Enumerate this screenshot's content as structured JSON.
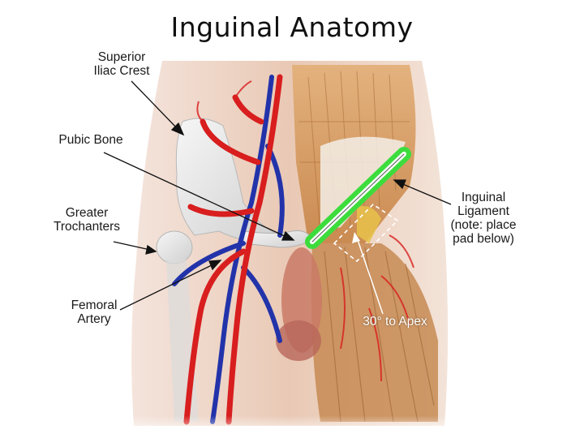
{
  "title": "Inguinal Anatomy",
  "labels": {
    "superior_iliac_crest": [
      "Superior",
      "Iliac Crest"
    ],
    "pubic_bone": [
      "Pubic Bone"
    ],
    "greater_trochanters": [
      "Greater",
      "Trochanters"
    ],
    "femoral_artery": [
      "Femoral",
      "Artery"
    ],
    "inguinal_ligament": [
      "Inguinal",
      "Ligament",
      "(note: place",
      "pad below)"
    ],
    "apex_angle": [
      "30° to Apex"
    ]
  },
  "colors": {
    "artery": "#d81e1e",
    "vein": "#2233aa",
    "muscle": "#c9904f",
    "bone": "#e8e8e8",
    "ligament_highlight": "#3ddc3d"
  }
}
